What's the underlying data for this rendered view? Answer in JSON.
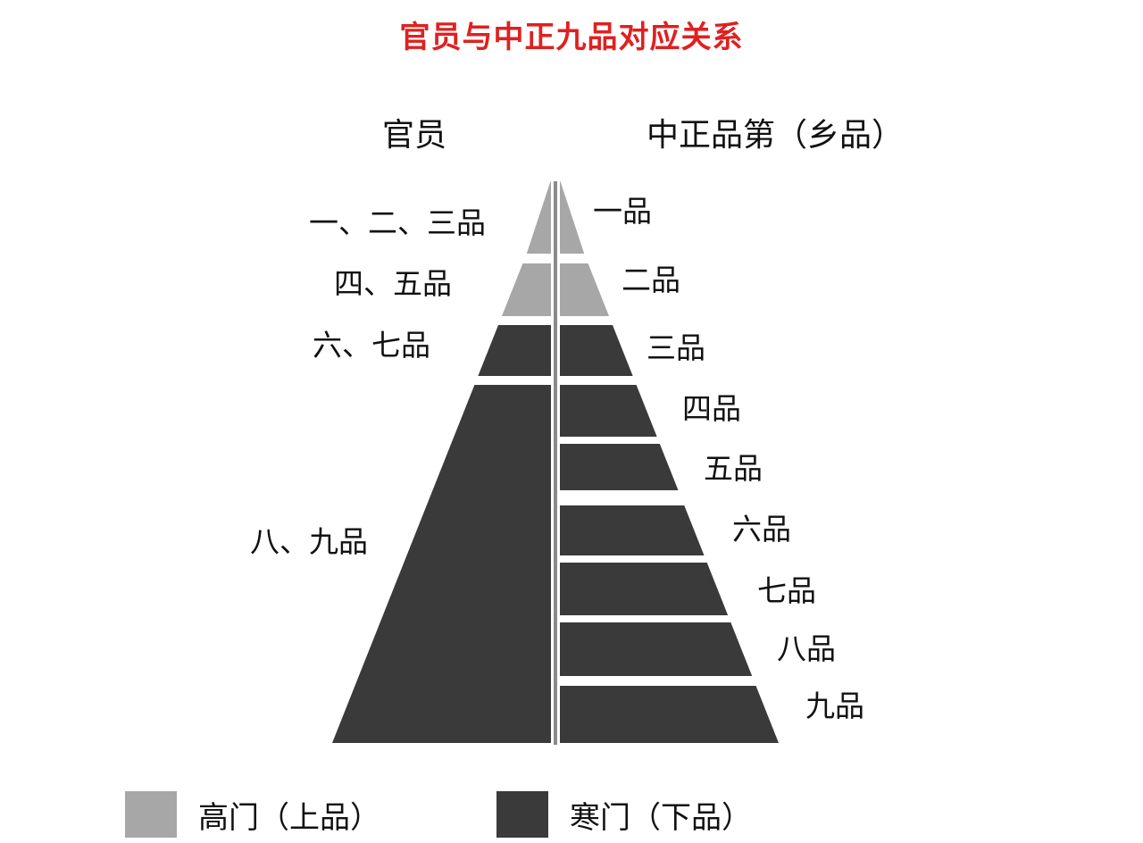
{
  "title": "官员与中正九品对应关系",
  "title_color": "#e02020",
  "headers": {
    "left": "官员",
    "right": "中正品第（乡品）"
  },
  "colors": {
    "high": "#a7a7a7",
    "low": "#3a3a3a",
    "divider": "#8a8a8a"
  },
  "officials": [
    {
      "label": "一、二、三品",
      "class": "high"
    },
    {
      "label": "四、五品",
      "class": "high"
    },
    {
      "label": "六、七品",
      "class": "low"
    },
    {
      "label": "八、九品",
      "class": "low"
    }
  ],
  "ranks": [
    {
      "label": "一品",
      "class": "high"
    },
    {
      "label": "二品",
      "class": "high"
    },
    {
      "label": "三品",
      "class": "low"
    },
    {
      "label": "四品",
      "class": "low"
    },
    {
      "label": "五品",
      "class": "low"
    },
    {
      "label": "六品",
      "class": "low"
    },
    {
      "label": "七品",
      "class": "low"
    },
    {
      "label": "八品",
      "class": "low"
    },
    {
      "label": "九品",
      "class": "low"
    }
  ],
  "legend": [
    {
      "label": "高门（上品）",
      "class": "high"
    },
    {
      "label": "寒门（下品）",
      "class": "low"
    }
  ]
}
